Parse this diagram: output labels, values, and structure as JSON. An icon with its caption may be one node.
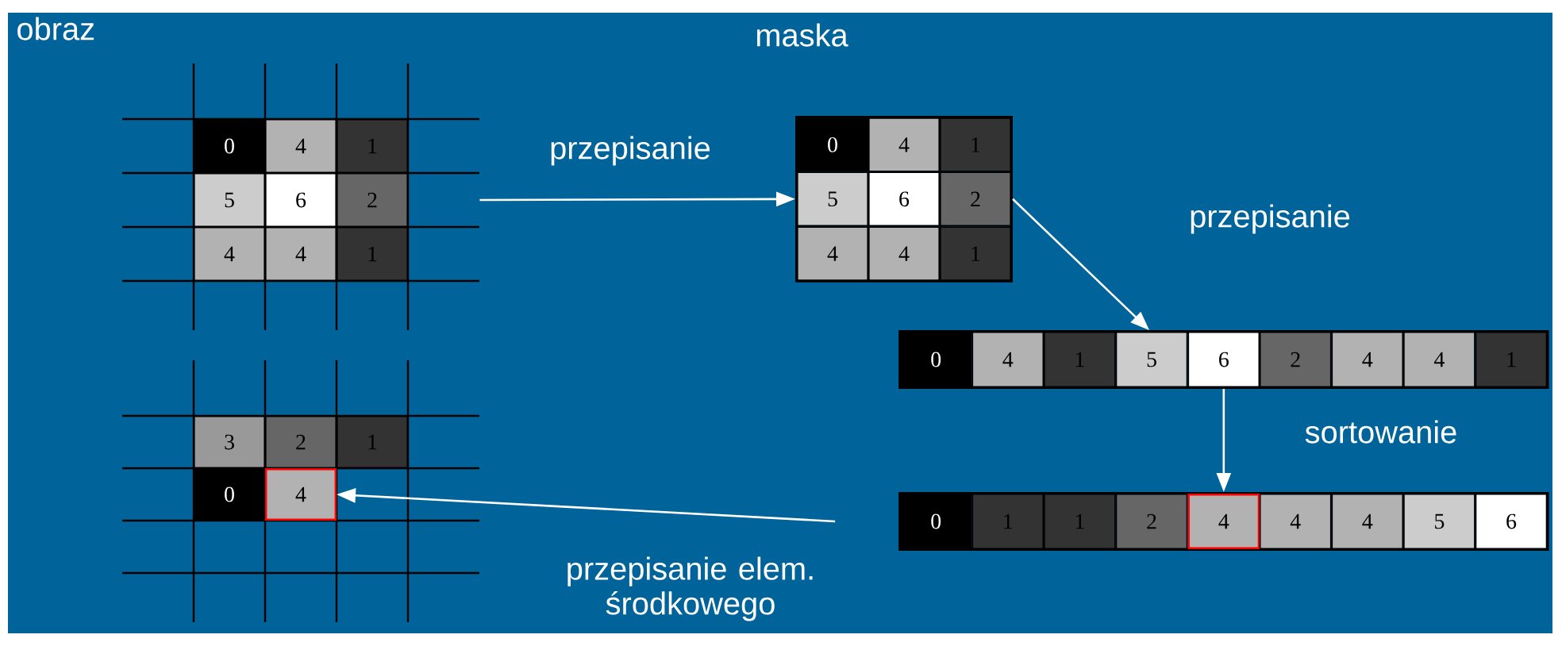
{
  "diagram": {
    "nodes": [
      {
        "text": [],
        "shape": "grid"
      },
      {
        "text": [
          "0"
        ],
        "in": 0
      },
      {
        "text": [
          "4"
        ],
        "in": 0
      },
      {
        "text": [
          "1"
        ],
        "in": 0
      },
      {
        "text": [
          "5"
        ],
        "in": 0
      },
      {
        "text": [
          "6"
        ],
        "in": 0
      },
      {
        "text": [
          "2"
        ],
        "in": 0
      },
      {
        "text": [
          "4"
        ],
        "in": 0
      },
      {
        "text": [
          "4"
        ],
        "in": 0
      },
      {
        "text": [
          "1"
        ],
        "in": 0
      },
      {
        "text": [],
        "shape": "box"
      },
      {
        "text": [
          "0"
        ],
        "in": 10
      },
      {
        "text": [
          "4"
        ],
        "in": 10
      },
      {
        "text": [
          "1"
        ],
        "in": 10
      },
      {
        "text": [
          "5"
        ],
        "in": 10
      },
      {
        "text": [
          "6"
        ],
        "in": 10
      },
      {
        "text": [
          "2"
        ],
        "in": 10
      },
      {
        "text": [
          "4"
        ],
        "in": 10
      },
      {
        "text": [
          "4"
        ],
        "in": 10
      },
      {
        "text": [
          "1"
        ],
        "in": 10
      },
      {
        "text": [],
        "shape": "bar"
      },
      {
        "text": [
          "0"
        ],
        "in": 20
      },
      {
        "text": [
          "4"
        ],
        "in": 20
      },
      {
        "text": [
          "1"
        ],
        "in": 20
      },
      {
        "text": [
          "5"
        ],
        "in": 20
      },
      {
        "text": [
          "6"
        ],
        "in": 20
      },
      {
        "text": [
          "2"
        ],
        "in": 20
      },
      {
        "text": [
          "4"
        ],
        "in": 20
      },
      {
        "text": [
          "4"
        ],
        "in": 20
      },
      {
        "text": [
          "1"
        ],
        "in": 20
      },
      {
        "text": [],
        "shape": "bar"
      },
      {
        "text": [
          "0"
        ],
        "in": 30
      },
      {
        "text": [
          "1"
        ],
        "in": 30
      },
      {
        "text": [
          "1"
        ],
        "in": 30
      },
      {
        "text": [
          "2"
        ],
        "in": 30
      },
      {
        "text": [
          "4"
        ],
        "in": 30
      },
      {
        "text": [
          "4"
        ],
        "in": 30
      },
      {
        "text": [
          "4"
        ],
        "in": 30
      },
      {
        "text": [
          "5"
        ],
        "in": 30
      },
      {
        "text": [
          "6"
        ],
        "in": 30
      },
      {
        "text": [],
        "shape": "grid"
      },
      {
        "text": [
          "3"
        ],
        "in": 40
      },
      {
        "text": [
          "2"
        ],
        "in": 40
      },
      {
        "text": [
          "1"
        ],
        "in": 40
      },
      {
        "text": [
          "0"
        ],
        "in": 40
      },
      {
        "text": [
          "4"
        ],
        "in": 40
      }
    ],
    "edges": [
      {
        "from": 0,
        "to": 10,
        "arrow": "to",
        "label": "przepisanie"
      },
      {
        "from": 10,
        "to": 20,
        "arrow": "to",
        "label": "przepisanie"
      },
      {
        "from": 20,
        "to": 30,
        "arrow": "to",
        "label": "sortowanie"
      },
      {
        "from": 30,
        "to": 45,
        "arrow": "to",
        "label": "przepisanie elem. środkowego"
      }
    ],
    "labels": [
      "obraz",
      "maska"
    ]
  }
}
